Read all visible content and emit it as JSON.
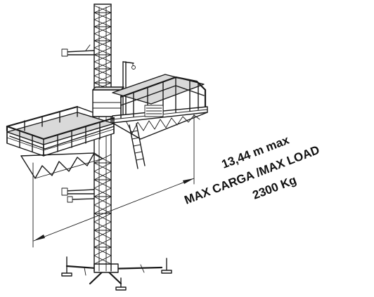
{
  "annotation": {
    "dimension": "13,44 m max",
    "load_label": "MAX CARGA /MAX LOAD",
    "load_value": "2300 Kg"
  },
  "colors": {
    "line": "#1a1a1a",
    "background": "#ffffff",
    "panel_fill": "#d9d9d9"
  }
}
